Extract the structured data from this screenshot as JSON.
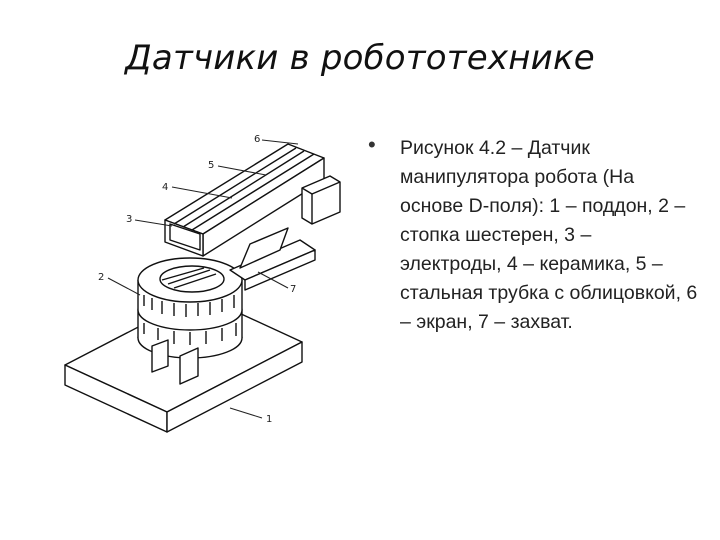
{
  "slide": {
    "title": "Датчики в робототехнике",
    "caption": "Рисунок 4.2 – Датчик манипулятора робота (На основе D-поля): 1 – поддон, 2 – стопка шестерен, 3 – электроды, 4 – керамика, 5 – стальная трубка с облицовкой, 6 – экран, 7 – захват.",
    "figure": {
      "labels": [
        "6",
        "5",
        "4",
        "3",
        "2",
        "7",
        "1"
      ]
    },
    "bullet_glyph": "•"
  }
}
